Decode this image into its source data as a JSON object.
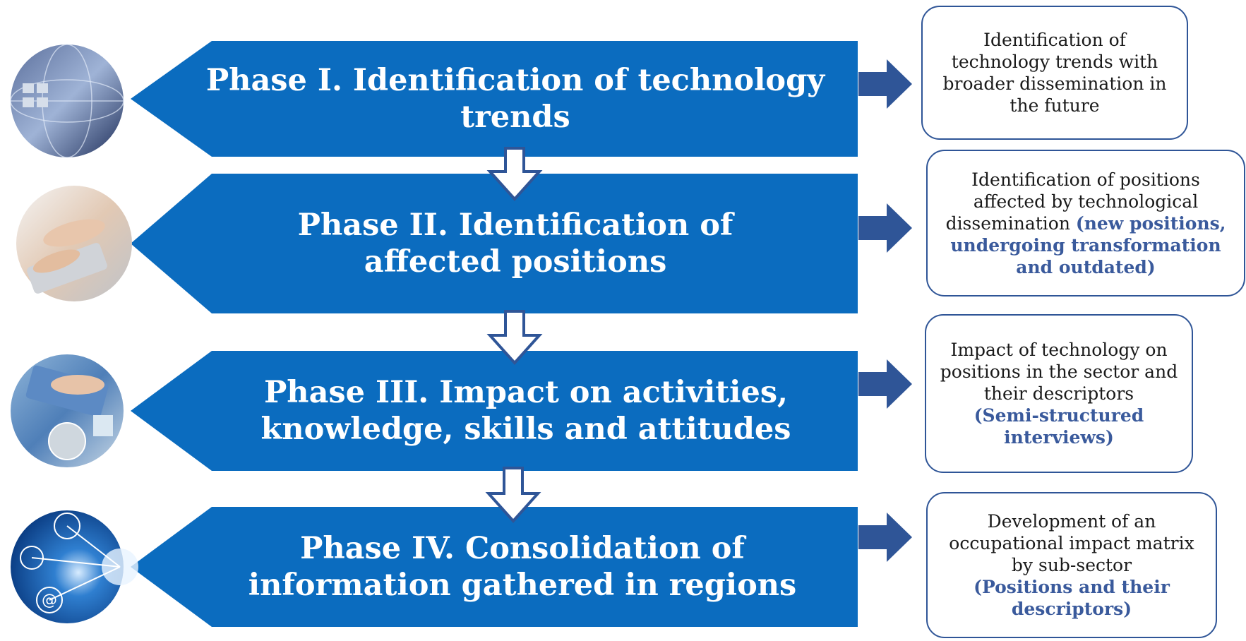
{
  "colors": {
    "phase_fill": "#0b6cbf",
    "arrow_fill": "#2f5597",
    "box_border": "#2f5597",
    "highlight_text": "#3a5a9c"
  },
  "phases": [
    {
      "label": "Phase I. Identification of technology trends",
      "photo_icon": "keyboard-globe-icon"
    },
    {
      "label": "Phase II. Identification of affected positions",
      "photo_icon": "typing-hands-icon"
    },
    {
      "label": "Phase III. Impact on activities, knowledge, skills and attitudes",
      "photo_icon": "computer-devices-icon"
    },
    {
      "label": "Phase IV. Consolidation of information gathered in regions",
      "photo_icon": "network-globe-icon"
    }
  ],
  "outcomes": [
    {
      "text": "Identification of technology trends with broader dissemination in the future",
      "highlight": ""
    },
    {
      "text": "Identification of positions affected by technological dissemination ",
      "highlight": "(new positions, undergoing transformation and outdated)"
    },
    {
      "text": "Impact of technology on positions in the sector and their descriptors",
      "highlight": "(Semi-structured interviews)"
    },
    {
      "text": "Development of an occupational impact matrix by sub-sector",
      "highlight": "(Positions and their descriptors)"
    }
  ]
}
